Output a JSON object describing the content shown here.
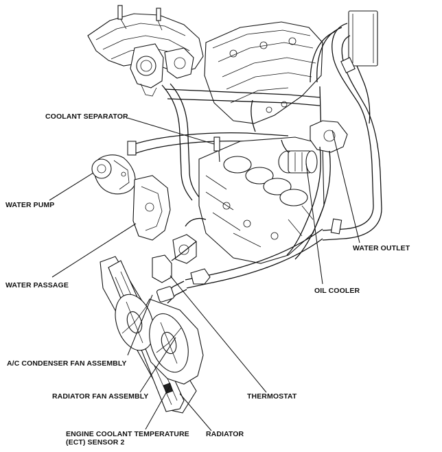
{
  "labels": {
    "coolant_separator": "COOLANT SEPARATOR",
    "water_pump": "WATER PUMP",
    "water_passage": "WATER PASSAGE",
    "ac_condenser_fan": "A/C CONDENSER FAN ASSEMBLY",
    "radiator_fan": "RADIATOR FAN ASSEMBLY",
    "ect_sensor_line1": "ENGINE COOLANT TEMPERATURE",
    "ect_sensor_line2": "(ECT) SENSOR 2",
    "water_outlet": "WATER OUTLET",
    "oil_cooler": "OIL COOLER",
    "thermostat": "THERMOSTAT",
    "radiator": "RADIATOR"
  }
}
